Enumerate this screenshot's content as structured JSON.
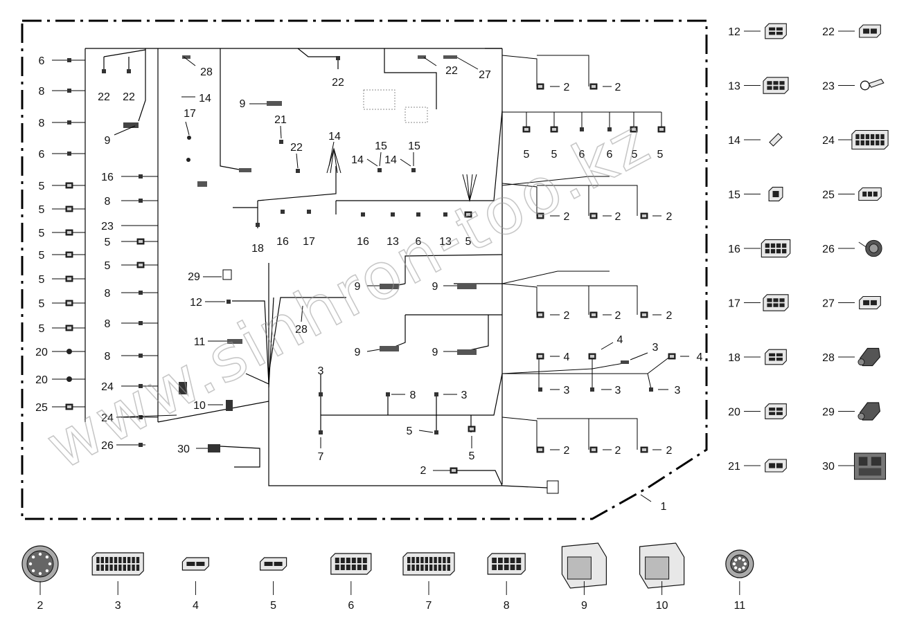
{
  "watermark": "www.sinhron-too.kz",
  "assembly_callout": "1",
  "left_column_labels": [
    "6",
    "8",
    "8",
    "6",
    "5",
    "5",
    "5",
    "5",
    "5",
    "5",
    "5",
    "20",
    "20",
    "25"
  ],
  "harness": {
    "top_left_22a": "22",
    "top_left_22b": "22",
    "top_left_9": "9",
    "top_28": "28",
    "top_14": "14",
    "top_17": "17",
    "top_21": "21",
    "top_22c": "22",
    "top_9b": "9",
    "top_22d": "22",
    "top_22e": "22",
    "top_27": "27",
    "mid_14": "14",
    "left_16": "16",
    "left_8": "8",
    "left_23": "23",
    "left_5a": "5",
    "left_5b": "5",
    "left_8b": "8",
    "left_8c": "8",
    "left_8d": "8",
    "left_24a": "24",
    "left_24b": "24",
    "left_26": "26",
    "bottom_18": "18",
    "bottom_16": "16",
    "bottom_17": "17",
    "bottom_16b": "16",
    "bottom_13": "13",
    "bottom_6": "6",
    "bottom_13b": "13",
    "bottom_5": "5",
    "c14_15_a14": "14",
    "c14_15_a15": "15",
    "c14_15_b14": "14",
    "c14_15_b15": "15",
    "center_29": "29",
    "center_12": "12",
    "center_28": "28",
    "center_11": "11",
    "center_10": "10",
    "center_30": "30",
    "center_3": "3",
    "center_7": "7",
    "center_8": "8",
    "center_3b": "3",
    "center_5": "5",
    "center_5b": "5",
    "center_2": "2",
    "mid_9a": "9",
    "mid_9b": "9",
    "mid_9c": "9",
    "mid_9d": "9"
  },
  "right_branch_labels": {
    "row1": [
      "2",
      "2"
    ],
    "row2": [
      "5",
      "5",
      "6",
      "6",
      "5",
      "5"
    ],
    "row3": [
      "2",
      "2",
      "2"
    ],
    "row4": [
      "2",
      "2",
      "2"
    ],
    "row5_top": [
      "4",
      "4",
      "3",
      "4"
    ],
    "row5_bottom": [
      "3",
      "3",
      "3"
    ],
    "row6": [
      "2",
      "2",
      "2"
    ]
  },
  "legend_right": [
    {
      "n": "12",
      "icon": "connector-4pin-icon"
    },
    {
      "n": "22",
      "icon": "connector-2pin-icon"
    },
    {
      "n": "13",
      "icon": "connector-6pin-icon"
    },
    {
      "n": "23",
      "icon": "ring-terminal-icon"
    },
    {
      "n": "14",
      "icon": "terminal-sleeve-icon"
    },
    {
      "n": "24",
      "icon": "connector-12pin-icon"
    },
    {
      "n": "15",
      "icon": "connector-1pin-icon"
    },
    {
      "n": "25",
      "icon": "connector-3pin-icon"
    },
    {
      "n": "16",
      "icon": "connector-8pin-icon"
    },
    {
      "n": "26",
      "icon": "sensor-icon"
    },
    {
      "n": "17",
      "icon": "connector-6pin-icon"
    },
    {
      "n": "27",
      "icon": "connector-2pin-icon"
    },
    {
      "n": "18",
      "icon": "connector-4pin-icon"
    },
    {
      "n": "28",
      "icon": "connector-angled-icon"
    },
    {
      "n": "20",
      "icon": "connector-4pin-icon"
    },
    {
      "n": "29",
      "icon": "connector-angled-icon"
    },
    {
      "n": "21",
      "icon": "connector-2pin-icon"
    },
    {
      "n": "30",
      "icon": "fuse-relay-block-icon"
    }
  ],
  "legend_bottom": [
    {
      "n": "2",
      "icon": "round-connector-icon"
    },
    {
      "n": "3",
      "icon": "connector-20pin-icon"
    },
    {
      "n": "4",
      "icon": "connector-small-icon"
    },
    {
      "n": "5",
      "icon": "connector-small-icon"
    },
    {
      "n": "6",
      "icon": "connector-12pin-icon"
    },
    {
      "n": "7",
      "icon": "connector-20pin-icon"
    },
    {
      "n": "8",
      "icon": "connector-10pin-icon"
    },
    {
      "n": "9",
      "icon": "ecu-connector-icon"
    },
    {
      "n": "10",
      "icon": "ecu-connector-icon"
    },
    {
      "n": "11",
      "icon": "round-plug-icon"
    }
  ]
}
